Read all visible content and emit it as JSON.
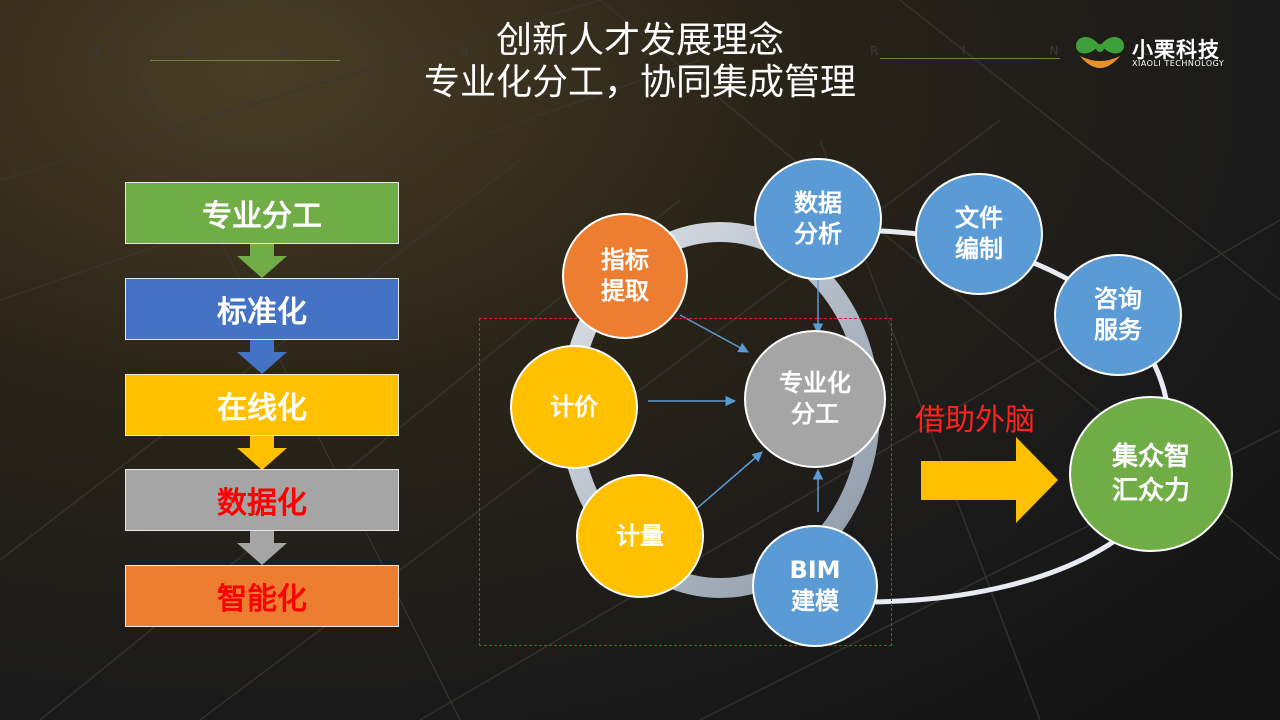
{
  "header": {
    "title_line1": "创新人才发展理念",
    "title_line2": "专业化分工，协同集成管理",
    "watermark_left": "E N G I N E E",
    "watermark_right": "R I N G"
  },
  "logo": {
    "name": "小栗科技",
    "subtitle": "XIAOLI TECHNOLOGY",
    "colors": {
      "green": "#3da03a",
      "orange": "#e8902a"
    }
  },
  "steps": [
    {
      "label": "专业分工",
      "bg": "#70ad47",
      "color": "#ffffff"
    },
    {
      "label": "标准化",
      "bg": "#4472c4",
      "color": "#ffffff"
    },
    {
      "label": "在线化",
      "bg": "#ffc000",
      "color": "#ffffff"
    },
    {
      "label": "数据化",
      "bg": "#a5a5a5",
      "color": "#ff0000"
    },
    {
      "label": "智能化",
      "bg": "#ed7d31",
      "color": "#ff0000"
    }
  ],
  "cycle": {
    "center": {
      "label": "专业化\n分工",
      "color": "#a5a5a5"
    },
    "nodes": [
      {
        "label": "指标\n提取",
        "color": "#ed7d31"
      },
      {
        "label": "数据\n分析",
        "color": "#5b9bd5"
      },
      {
        "label": "文件\n编制",
        "color": "#5b9bd5"
      },
      {
        "label": "咨询\n服务",
        "color": "#5b9bd5"
      },
      {
        "label": "计价",
        "color": "#ffc000"
      },
      {
        "label": "计量",
        "color": "#ffc000"
      },
      {
        "label": "BIM\n建模",
        "color": "#5b9bd5"
      }
    ]
  },
  "external_brain": {
    "label": "借助外脑",
    "arrow_color": "#ffc000"
  },
  "result": {
    "label": "集众智\n汇众力",
    "color": "#70ad47"
  }
}
